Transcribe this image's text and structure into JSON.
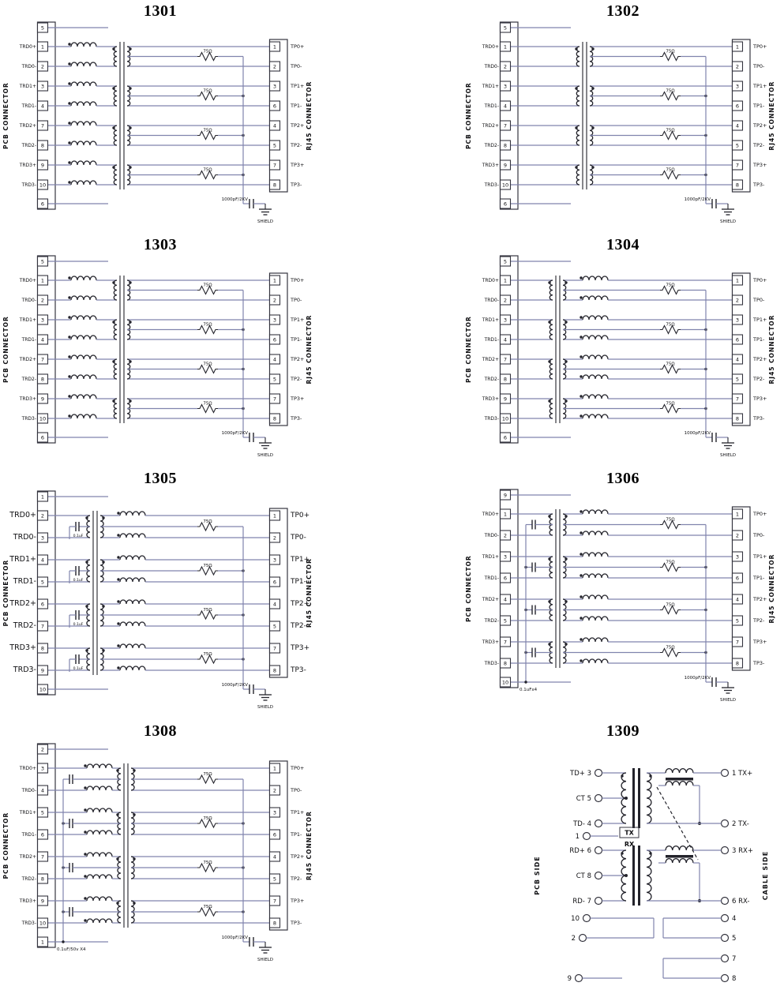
{
  "page": {
    "background": "#ffffff"
  },
  "colors": {
    "wire": "#8084ad",
    "component": "#23232b",
    "box": "#35353f",
    "text": "#0f0f12"
  },
  "shared": {
    "pcb_label": "PCB CONNECTOR",
    "rj45_label": "RJ45 CONNECTOR",
    "signals": [
      "TRD0+",
      "TRD0-",
      "TRD1+",
      "TRD1-",
      "TRD2+",
      "TRD2-",
      "TRD3+",
      "TRD3-"
    ],
    "tp_labels": [
      "TP0+",
      "TP0-",
      "TP1+",
      "TP1-",
      "TP2+",
      "TP2-",
      "TP3+",
      "TP3-"
    ],
    "rj45_pins": [
      "1",
      "2",
      "3",
      "6",
      "4",
      "5",
      "7",
      "8"
    ],
    "resistor_label": "75Ω",
    "cap_label": "1000pF/2KV",
    "shield_label": "SHIELD"
  },
  "schematics": [
    {
      "id": "1301",
      "title": "1301",
      "kind": "quad",
      "top_pin": "5",
      "bottom_pin": "6",
      "left_pins": [
        "1",
        "2",
        "3",
        "4",
        "7",
        "8",
        "9",
        "10"
      ],
      "stages": [
        "choke",
        "xfmr"
      ],
      "caps": "none"
    },
    {
      "id": "1302",
      "title": "1302",
      "kind": "quad",
      "top_pin": "5",
      "bottom_pin": "6",
      "left_pins": [
        "1",
        "2",
        "3",
        "4",
        "7",
        "8",
        "9",
        "10"
      ],
      "stages": [
        "xfmr"
      ],
      "caps": "none"
    },
    {
      "id": "1303",
      "title": "1303",
      "kind": "quad",
      "top_pin": "5",
      "bottom_pin": "6",
      "left_pins": [
        "1",
        "2",
        "3",
        "4",
        "7",
        "8",
        "9",
        "10"
      ],
      "stages": [
        "choke",
        "xfmr"
      ],
      "caps": "none"
    },
    {
      "id": "1304",
      "title": "1304",
      "kind": "quad",
      "top_pin": "5",
      "bottom_pin": "6",
      "left_pins": [
        "1",
        "2",
        "3",
        "4",
        "7",
        "8",
        "9",
        "10"
      ],
      "stages": [
        "xfmr",
        "choke"
      ],
      "caps": "none"
    },
    {
      "id": "1305",
      "title": "1305",
      "kind": "quad",
      "top_pin": "1",
      "bottom_pin": "10",
      "left_pins": [
        "2",
        "3",
        "4",
        "5",
        "6",
        "7",
        "8",
        "9"
      ],
      "stages": [
        "xfmr",
        "choke"
      ],
      "caps": "series",
      "cap_each_label": "0.1uF",
      "big_labels": true
    },
    {
      "id": "1306",
      "title": "1306",
      "kind": "quad",
      "top_pin": "9",
      "bottom_pin": "10",
      "left_pins": [
        "1",
        "2",
        "3",
        "6",
        "4",
        "5",
        "7",
        "8"
      ],
      "stages": [
        "xfmr",
        "choke"
      ],
      "caps": "rail",
      "cap_rail_label": "0.1uFx4"
    },
    {
      "id": "1308",
      "title": "1308",
      "kind": "quad",
      "top_pin": "2",
      "bottom_pin": "1",
      "left_pins": [
        "3",
        "4",
        "5",
        "6",
        "7",
        "8",
        "9",
        "10"
      ],
      "stages": [
        "choke",
        "xfmr"
      ],
      "caps": "rail",
      "cap_rail_label": "0.1uF/50v X4"
    },
    {
      "id": "1309",
      "title": "1309",
      "kind": "txrx",
      "left_label": "PCB SIDE",
      "right_label": "CABLE SIDE",
      "tx_label": "TX",
      "rx_label": "RX",
      "left_pins": [
        {
          "name": "TD+",
          "pin": "3"
        },
        {
          "name": "CT",
          "pin": "5"
        },
        {
          "name": "TD-",
          "pin": "4"
        },
        {
          "name": "",
          "pin": "1"
        },
        {
          "name": "RD+",
          "pin": "6"
        },
        {
          "name": "CT",
          "pin": "8"
        },
        {
          "name": "RD-",
          "pin": "7"
        },
        {
          "name": "",
          "pin": "10"
        },
        {
          "name": "",
          "pin": "2"
        },
        {
          "name": "",
          "pin": "9"
        }
      ],
      "right_pins": [
        {
          "pin": "1",
          "name": "TX+"
        },
        {
          "pin": "2",
          "name": "TX-"
        },
        {
          "pin": "3",
          "name": "RX+"
        },
        {
          "pin": "6",
          "name": "RX-"
        },
        {
          "pin": "4",
          "name": ""
        },
        {
          "pin": "5",
          "name": ""
        },
        {
          "pin": "7",
          "name": ""
        },
        {
          "pin": "8",
          "name": ""
        }
      ]
    }
  ]
}
